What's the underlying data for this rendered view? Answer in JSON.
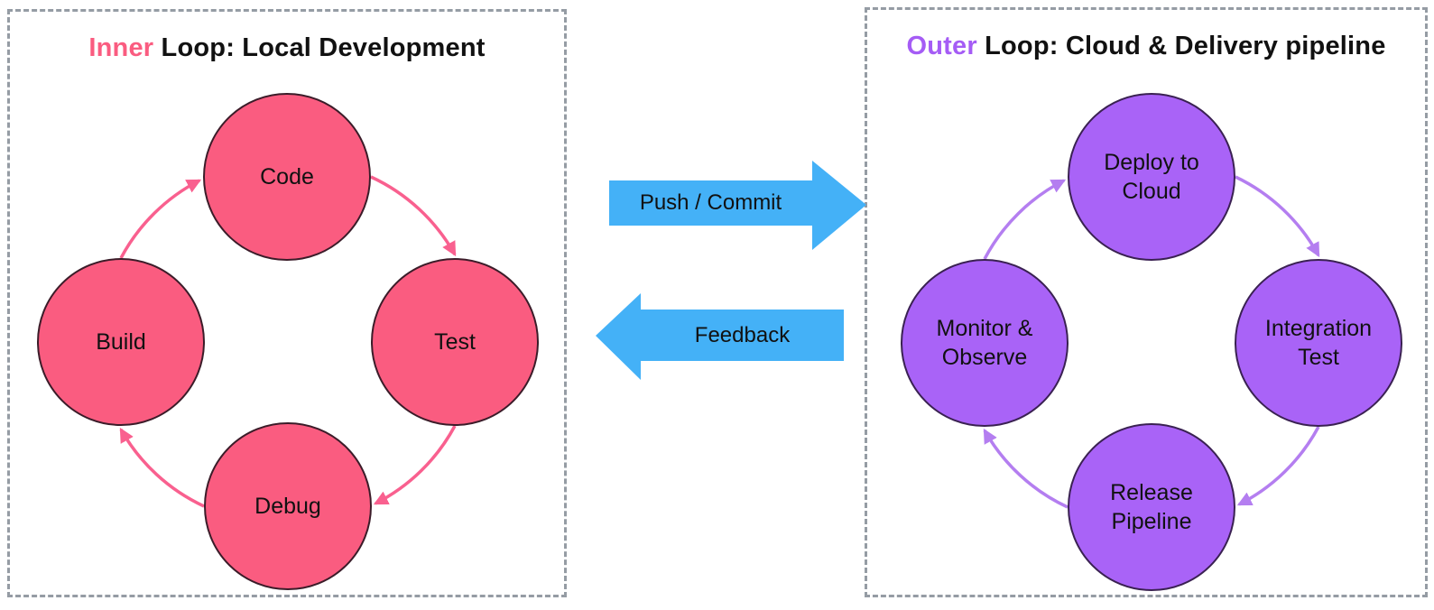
{
  "diagram": {
    "inner": {
      "title_highlight": "Inner",
      "title_rest": " Loop: Local Development",
      "nodes": {
        "top": "Code",
        "right": "Test",
        "bottom": "Debug",
        "left": "Build"
      }
    },
    "outer": {
      "title_highlight": "Outer",
      "title_rest": " Loop: Cloud & Delivery pipeline",
      "nodes": {
        "top": "Deploy to Cloud",
        "right": "Integration Test",
        "bottom": "Release Pipeline",
        "left": "Monitor & Observe"
      }
    },
    "flows": {
      "push": "Push / Commit",
      "feedback": "Feedback"
    },
    "colors": {
      "inner_accent": "#FA5C80",
      "inner_node_fill": "#FA5C80",
      "inner_arrow": "#F96083",
      "outer_accent": "#A55CF5",
      "outer_node_fill": "#A963F7",
      "outer_arrow": "#B47EF0",
      "flow_arrow_blue": "#44B1F7",
      "panel_border": "#959CA4",
      "text": "#111111"
    },
    "loop_direction": "clockwise"
  }
}
